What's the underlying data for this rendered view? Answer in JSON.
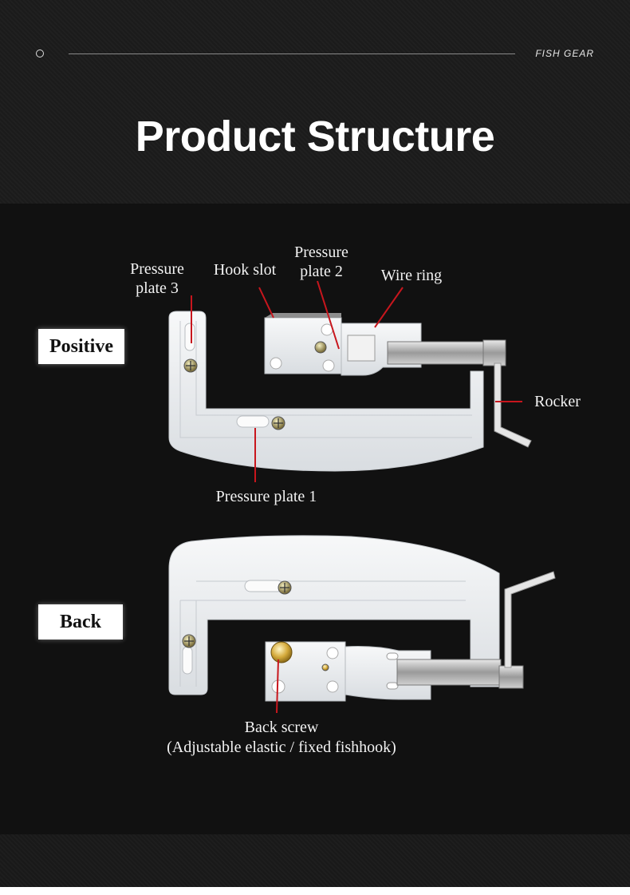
{
  "header": {
    "brand": "FISH GEAR",
    "title": "Product Structure"
  },
  "views": {
    "positive": {
      "tag": "Positive"
    },
    "back": {
      "tag": "Back"
    }
  },
  "callouts": {
    "pressure_plate_3": "Pressure\nplate 3",
    "hook_slot": "Hook slot",
    "pressure_plate_2": "Pressure\nplate 2",
    "wire_ring": "Wire ring",
    "rocker": "Rocker",
    "pressure_plate_1": "Pressure plate 1",
    "back_screw": "Back screw",
    "back_screw_note": "(Adjustable elastic / fixed fishhook)"
  },
  "colors": {
    "callout_line": "#c8161d",
    "metal": "#eceff2"
  }
}
